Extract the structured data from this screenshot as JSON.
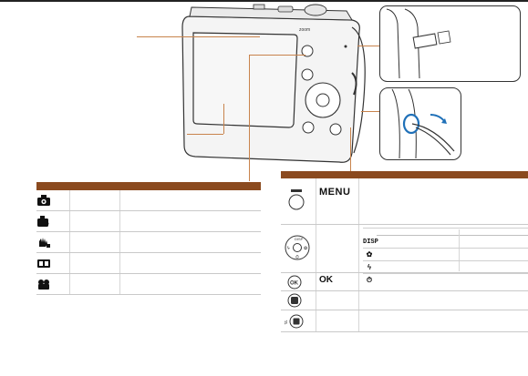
{
  "left_table": {
    "rows": [
      {
        "icon": "smart-auto-mode-icon"
      },
      {
        "icon": "program-mode-icon"
      },
      {
        "icon": "dual-is-mode-icon"
      },
      {
        "icon": "scene-mode-icon"
      },
      {
        "icon": "movie-mode-icon"
      }
    ]
  },
  "right_table": {
    "menu_label": "MENU",
    "ok_label": "OK",
    "sub_icons": [
      "DISP",
      "✿",
      "ϟ",
      "⏱"
    ]
  },
  "colors": {
    "header": "#8b4a1f",
    "leader": "#c8834c",
    "border": "#c9c9c9"
  }
}
